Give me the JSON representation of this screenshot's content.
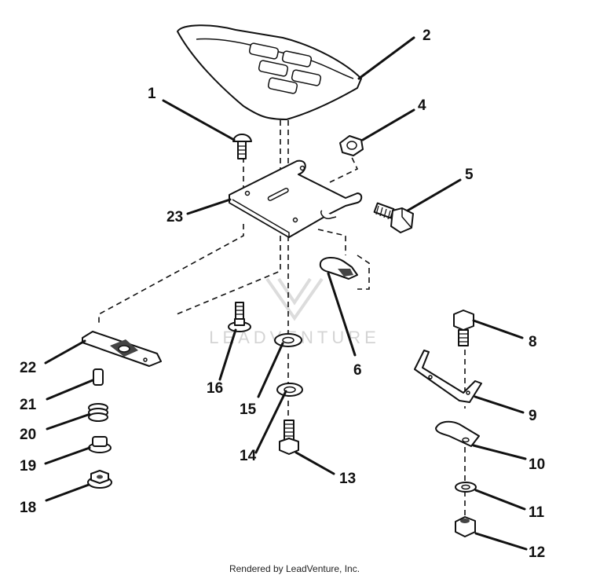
{
  "watermark": {
    "text": "LEADVENTURE"
  },
  "footer": {
    "text": "Rendered by LeadVenture, Inc."
  },
  "callouts": {
    "c1": "1",
    "c2": "2",
    "c4": "4",
    "c5": "5",
    "c6": "6",
    "c8": "8",
    "c9": "9",
    "c10": "10",
    "c11": "11",
    "c12": "12",
    "c13": "13",
    "c14": "14",
    "c15": "15",
    "c16": "16",
    "c18": "18",
    "c19": "19",
    "c20": "20",
    "c21": "21",
    "c22": "22",
    "c23": "23"
  }
}
